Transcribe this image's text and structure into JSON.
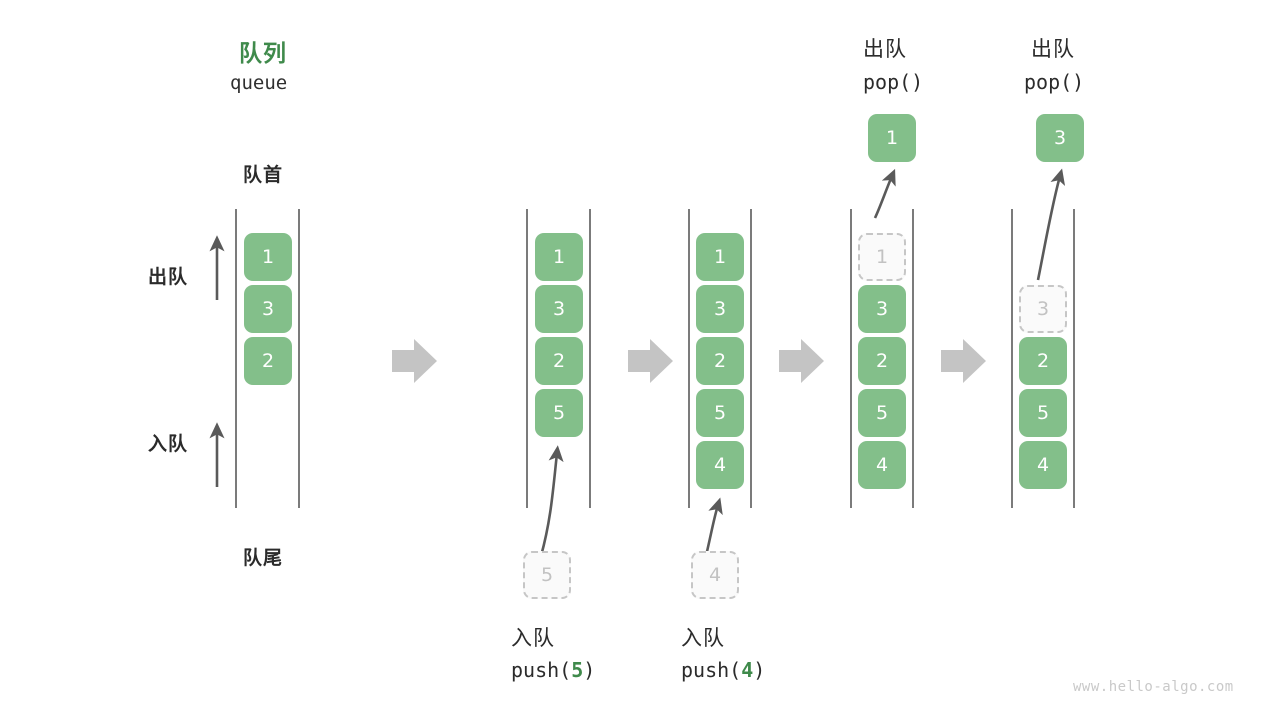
{
  "diagram": {
    "title_cn": "队列",
    "title_en": "queue",
    "front_label": "队首",
    "rear_label": "队尾",
    "dequeue_label": "出队",
    "enqueue_label": "入队",
    "watermark": "www.hello-algo.com",
    "accent_green": "#3f8a4b",
    "cell_green": "#83bf8a",
    "ghost_gray": "#c6c6c6",
    "arrow_gray": "#bfbfbf",
    "rail_gray": "#5a5a5a"
  },
  "steps": [
    {
      "id": "initial",
      "caption_cn": "",
      "caption_code": "",
      "cells": [
        {
          "value": "1",
          "state": "filled"
        },
        {
          "value": "3",
          "state": "filled"
        },
        {
          "value": "2",
          "state": "filled"
        }
      ]
    },
    {
      "id": "push-5",
      "caption_cn": "入队",
      "caption_code": "push(5)",
      "caption_arg": "5",
      "incoming": "5",
      "cells": [
        {
          "value": "1",
          "state": "filled"
        },
        {
          "value": "3",
          "state": "filled"
        },
        {
          "value": "2",
          "state": "filled"
        },
        {
          "value": "5",
          "state": "filled"
        }
      ]
    },
    {
      "id": "push-4",
      "caption_cn": "入队",
      "caption_code": "push(4)",
      "caption_arg": "4",
      "incoming": "4",
      "cells": [
        {
          "value": "1",
          "state": "filled"
        },
        {
          "value": "3",
          "state": "filled"
        },
        {
          "value": "2",
          "state": "filled"
        },
        {
          "value": "5",
          "state": "filled"
        },
        {
          "value": "4",
          "state": "filled"
        }
      ]
    },
    {
      "id": "pop-1",
      "caption_cn": "出队",
      "caption_code": "pop()",
      "popped": "1",
      "cells": [
        {
          "value": "1",
          "state": "ghost"
        },
        {
          "value": "3",
          "state": "filled"
        },
        {
          "value": "2",
          "state": "filled"
        },
        {
          "value": "5",
          "state": "filled"
        },
        {
          "value": "4",
          "state": "filled"
        }
      ]
    },
    {
      "id": "pop-3",
      "caption_cn": "出队",
      "caption_code": "pop()",
      "popped": "3",
      "cells": [
        {
          "value": "3",
          "state": "ghost"
        },
        {
          "value": "2",
          "state": "filled"
        },
        {
          "value": "5",
          "state": "filled"
        },
        {
          "value": "4",
          "state": "filled"
        }
      ]
    }
  ],
  "cells": {
    "c1_1": "1",
    "c1_2": "3",
    "c1_3": "2",
    "c2_1": "1",
    "c2_2": "3",
    "c2_3": "2",
    "c2_4": "5",
    "c2_in": "5",
    "c3_1": "1",
    "c3_2": "3",
    "c3_3": "2",
    "c3_4": "5",
    "c3_5": "4",
    "c3_in": "4",
    "c4_1": "1",
    "c4_2": "3",
    "c4_3": "2",
    "c4_4": "5",
    "c4_5": "4",
    "c4_out": "1",
    "c5_1": "3",
    "c5_2": "2",
    "c5_3": "5",
    "c5_4": "4",
    "c5_out": "3"
  },
  "labels": {
    "push5_cn": "入队",
    "push5_fn_a": "push(",
    "push5_fn_arg": "5",
    "push5_fn_b": ")",
    "push4_cn": "入队",
    "push4_fn_a": "push(",
    "push4_fn_arg": "4",
    "push4_fn_b": ")",
    "pop1_cn": "出队",
    "pop1_fn": "pop()",
    "pop2_cn": "出队",
    "pop2_fn": "pop()"
  }
}
